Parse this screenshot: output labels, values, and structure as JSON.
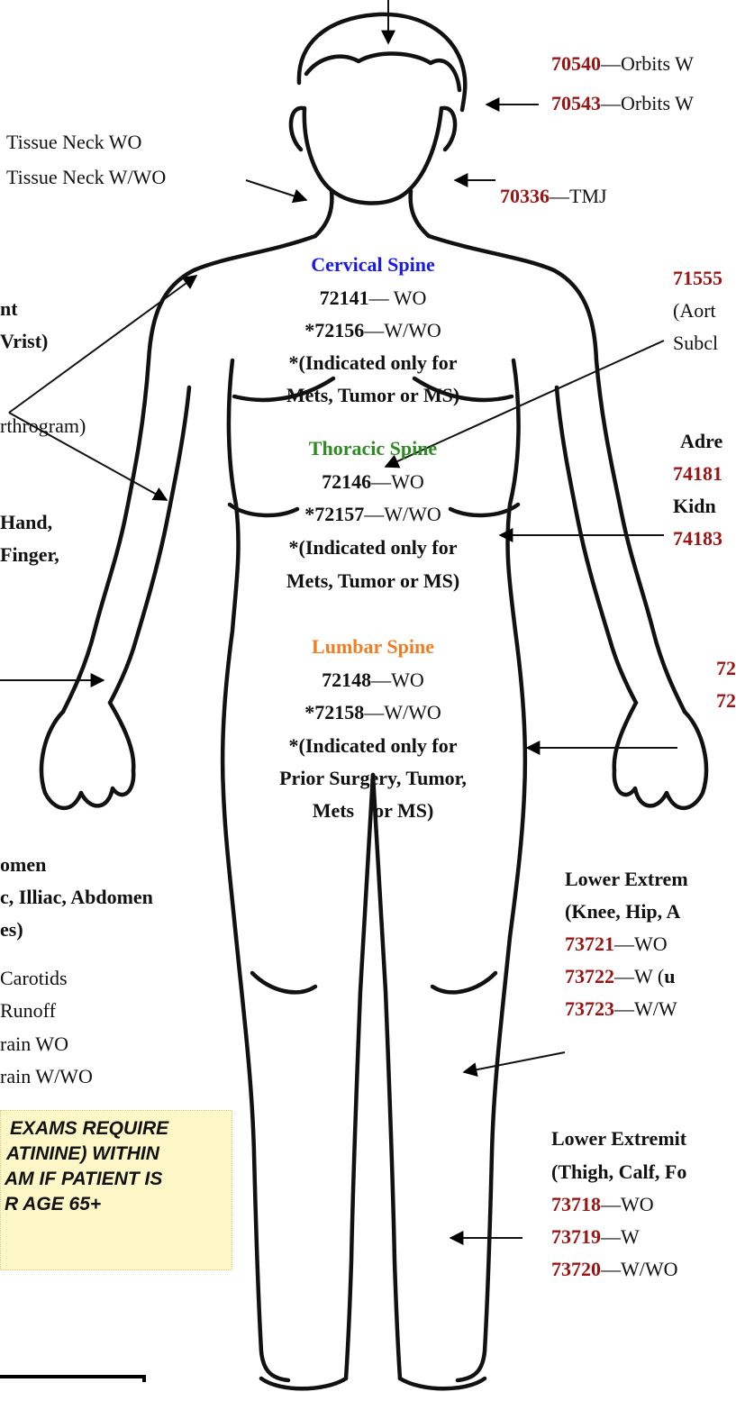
{
  "head": {
    "orbits_wo_code": "70540",
    "orbits_wo_text": "Orbits W",
    "orbits_w_code": "70543",
    "orbits_w_text": "Orbits W",
    "tmj_code": "70336",
    "tmj_text": "TMJ",
    "soft_neck_wo": "Tissue Neck WO",
    "soft_neck_wwo": "Tissue Neck W/WO",
    "sep": "—"
  },
  "cervical": {
    "title": "Cervical Spine",
    "line1_code": "72141",
    "line1_text": "WO",
    "line2_code": "*72156",
    "line2_text": "W/WO",
    "note1": "*(Indicated only for",
    "note2": "Mets, Tumor or MS)"
  },
  "thoracic": {
    "title": "Thoracic Spine",
    "line1_code": "72146",
    "line1_text": "WO",
    "line2_code": "*72157",
    "line2_text": "W/WO",
    "note1": "*(Indicated only for",
    "note2": "Mets, Tumor or MS)"
  },
  "lumbar": {
    "title": "Lumbar Spine",
    "line1_code": "72148",
    "line1_text": "WO",
    "line2_code": "*72158",
    "line2_text": "W/WO",
    "note1": "*(Indicated only for",
    "note2": "Prior Surgery, Tumor,",
    "note3": "Mets    or MS)"
  },
  "left_side": {
    "joint1": "nt",
    "joint2": "Vrist)",
    "arthrogram": "rthrogram)",
    "hand1": "Hand,",
    "hand2": "Finger,",
    "abdomen_title": "omen",
    "abdomen_line": "c, Illiac, Abdomen",
    "abdomen_line2": "es)",
    "carotids": "Carotids",
    "runoff": "Runoff",
    "brain_wo": "rain WO",
    "brain_wwo": "rain W/WO"
  },
  "right_side": {
    "chest_code": "71555",
    "chest_line1": "(Aort",
    "chest_line2": "Subcl",
    "adrenal_title": "Adre",
    "adrenal_code": "74181",
    "kidney_title": "Kidn",
    "kidney_code": "74183",
    "pelvis_code1": "72",
    "pelvis_code2": "72",
    "lower_joint_title": "Lower Extrem",
    "lower_joint_sub": "(Knee, Hip, A",
    "lower_joint_c1": "73721",
    "lower_joint_t1": "WO",
    "lower_joint_c2": "73722",
    "lower_joint_t2": "W (",
    "lower_joint_t2b": "u",
    "lower_joint_c3": "73723",
    "lower_joint_t3": "W/W",
    "lower_ext_title": "Lower Extremit",
    "lower_ext_sub": "(Thigh, Calf, Fo",
    "lower_ext_c1": "73718",
    "lower_ext_t1": "WO",
    "lower_ext_c2": "73719",
    "lower_ext_t2": "W",
    "lower_ext_c3": "73720",
    "lower_ext_t3": "W/WO"
  },
  "notice": {
    "line1": "EXAMS REQUIRE",
    "line2": "ATININE) WITHIN",
    "line3": "AM IF PATIENT IS",
    "line4": "R AGE 65+"
  },
  "colors": {
    "code": "#9a1414",
    "cervical": "#1a1ae6",
    "thoracic": "#2e8b22",
    "lumbar": "#ef7d22",
    "notice_bg": "#fdf7c8"
  }
}
